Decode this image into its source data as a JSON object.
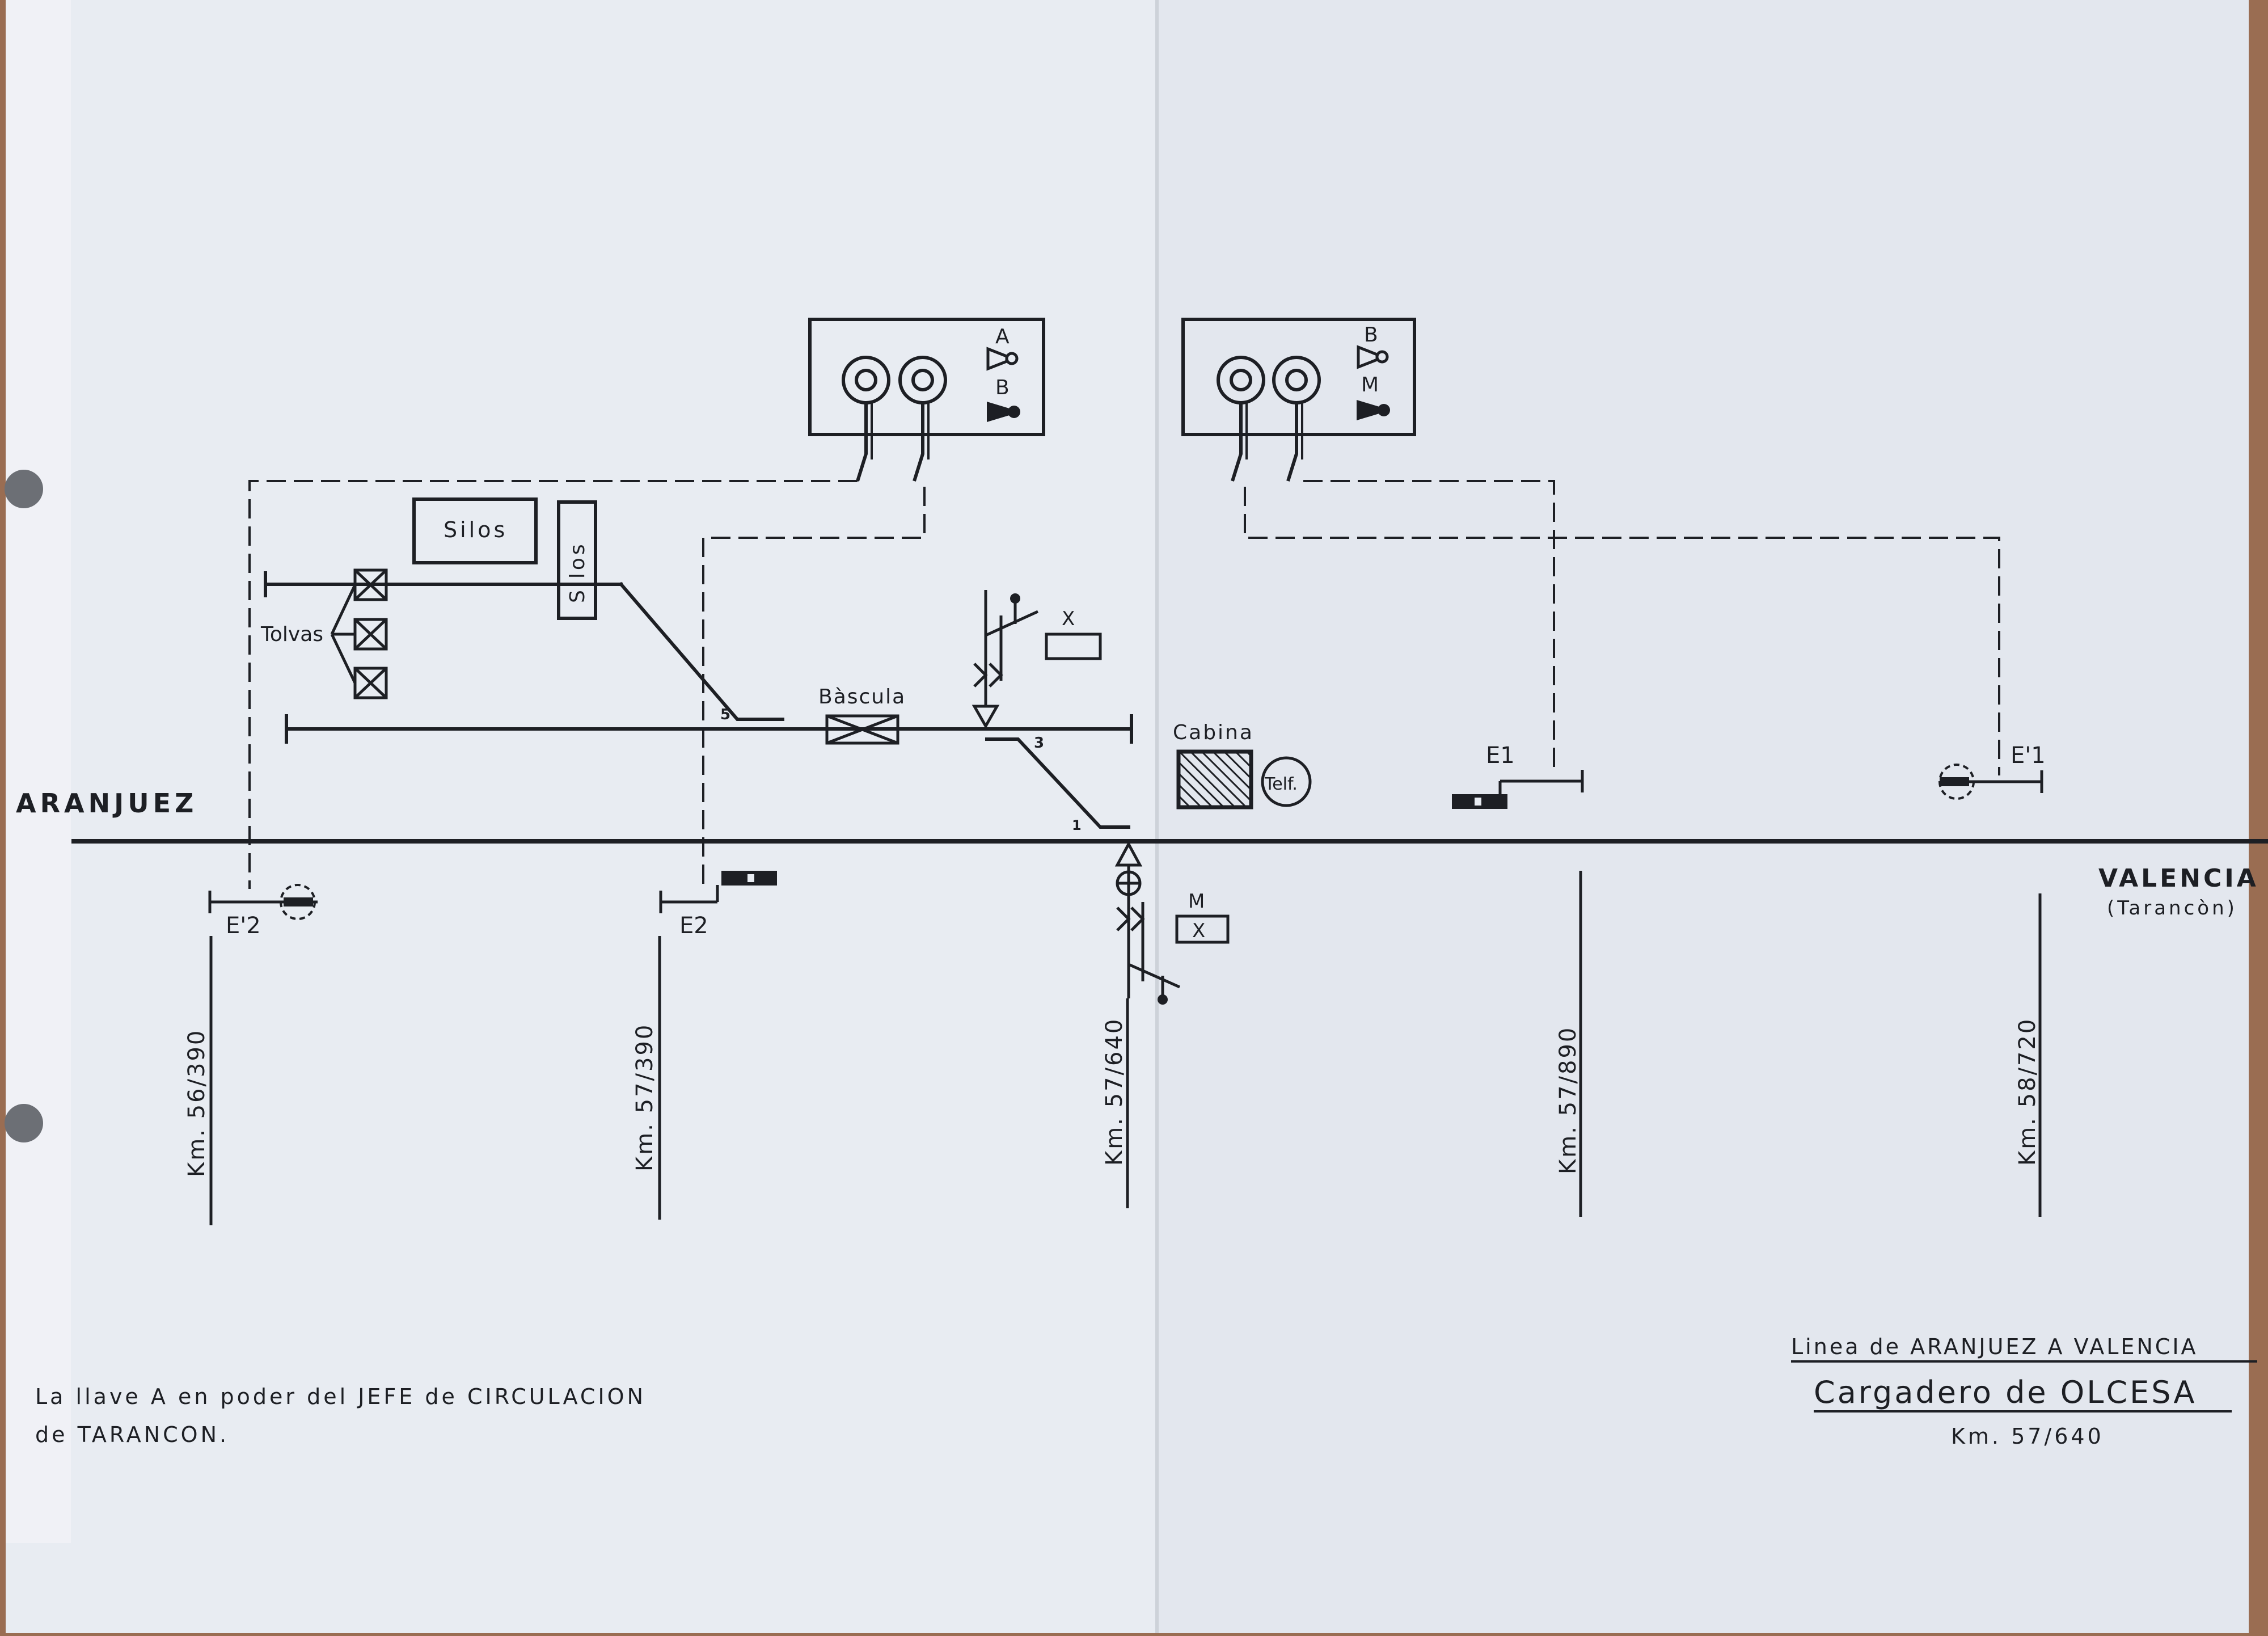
{
  "origins": {
    "left": "ARANJUEZ",
    "right": "VALENCIA",
    "right_sub": "(Tarancòn)"
  },
  "panel_left": {
    "key_top": "A",
    "key_bottom": "B"
  },
  "panel_right": {
    "key_top": "B",
    "key_bottom": "M"
  },
  "facilities": {
    "silos_a": "Silos",
    "silos_b": "Silos",
    "tolvas": "Tolvas",
    "bascula": "Bàscula",
    "cabina": "Cabina",
    "telf": "Telf.",
    "lever_top_label": "X",
    "lever_bottom_top": "M",
    "lever_bottom_box": "X"
  },
  "switch_numbers": {
    "n5": "5",
    "n3": "3",
    "n1": "1"
  },
  "signals": {
    "e2p": "E'2",
    "e2": "E2",
    "e1": "E1",
    "e1p": "E'1"
  },
  "km_marks": [
    "Km. 56/390",
    "Km. 57/390",
    "Km. 57/640",
    "Km. 57/890",
    "Km. 58/720"
  ],
  "note": {
    "line1": "La llave A en poder del JEFE de CIRCULACION",
    "line2": "de TARANCON."
  },
  "title_block": {
    "line": "Linea de ARANJUEZ A VALENCIA",
    "name": "Cargadero de OLCESA",
    "km": "Km. 57/640"
  }
}
